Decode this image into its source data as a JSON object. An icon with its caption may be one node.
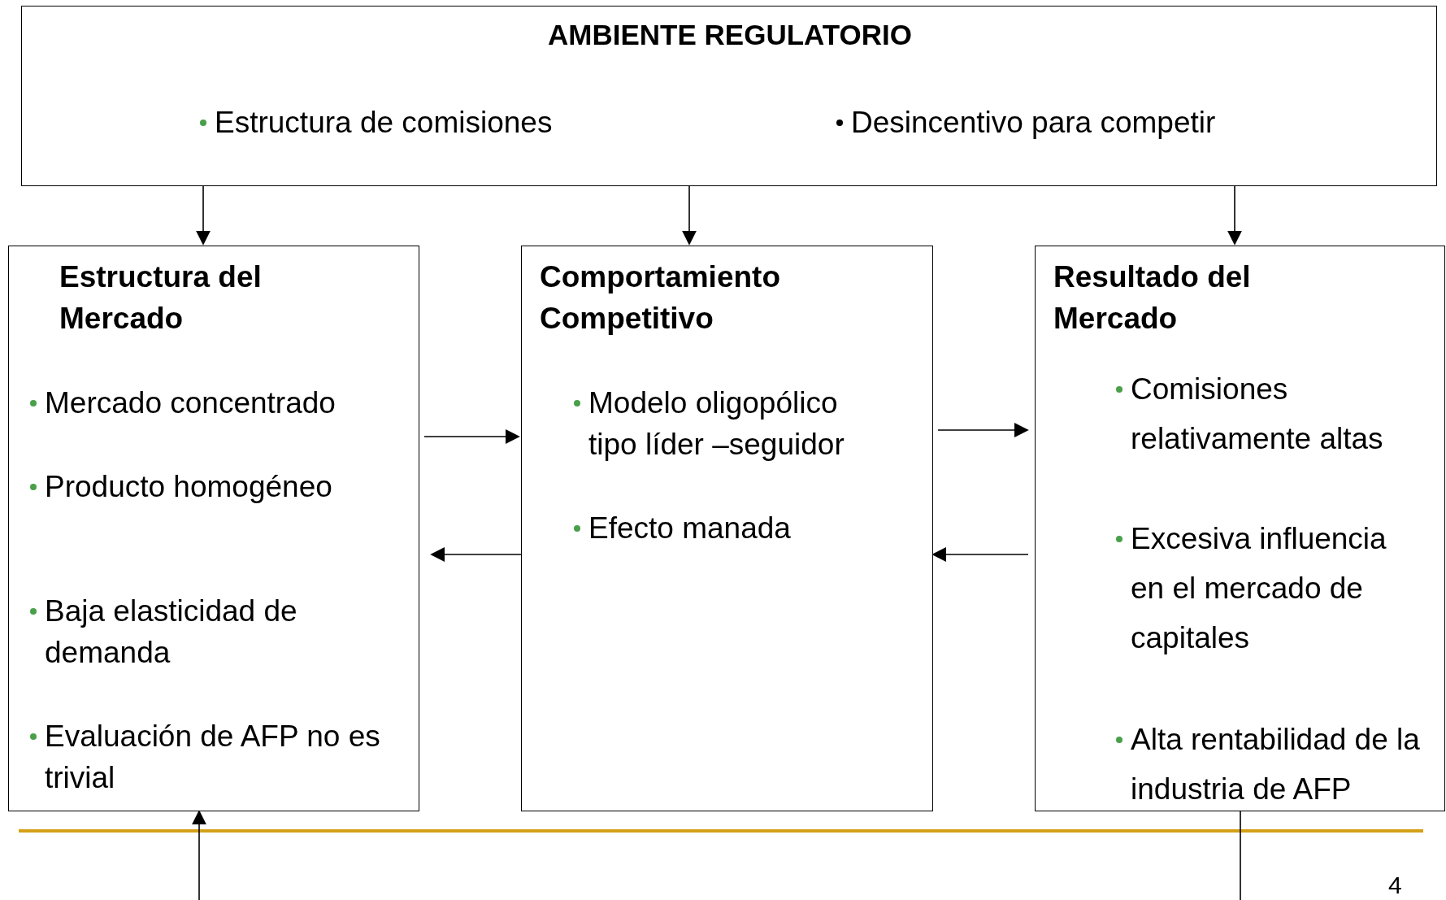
{
  "diagram": {
    "nodes": [
      {
        "text": [
          "AMBIENTE REGULATORIO",
          "Estructura de comisiones",
          "Desincentivo para competir"
        ]
      },
      {
        "text": [
          "Estructura del Mercado",
          "Mercado concentrado",
          "Producto homogéneo",
          "Baja elasticidad de demanda",
          "Evaluación de AFP no es trivial"
        ]
      },
      {
        "text": [
          "Comportamiento Competitivo",
          "Modelo oligopólico tipo líder –seguidor",
          "Efecto manada"
        ]
      },
      {
        "text": [
          "Resultado del Mercado",
          "Comisiones relativamente altas",
          "Excesiva influencia en el mercado de capitales",
          "Alta rentabilidad de la industria de AFP"
        ]
      }
    ],
    "edges": [
      {
        "from": 0,
        "to": 1,
        "arrow": "to"
      },
      {
        "from": 0,
        "to": 2,
        "arrow": "to"
      },
      {
        "from": 0,
        "to": 3,
        "arrow": "to"
      },
      {
        "from": 1,
        "to": 2,
        "arrow": "to"
      },
      {
        "from": 2,
        "to": 1,
        "arrow": "to"
      },
      {
        "from": 2,
        "to": 3,
        "arrow": "to"
      },
      {
        "from": 3,
        "to": 2,
        "arrow": "to"
      },
      {
        "from": 3,
        "to": null,
        "arrow": "none"
      },
      {
        "from": null,
        "to": 1,
        "arrow": "to"
      }
    ],
    "labels": [
      "4"
    ]
  }
}
